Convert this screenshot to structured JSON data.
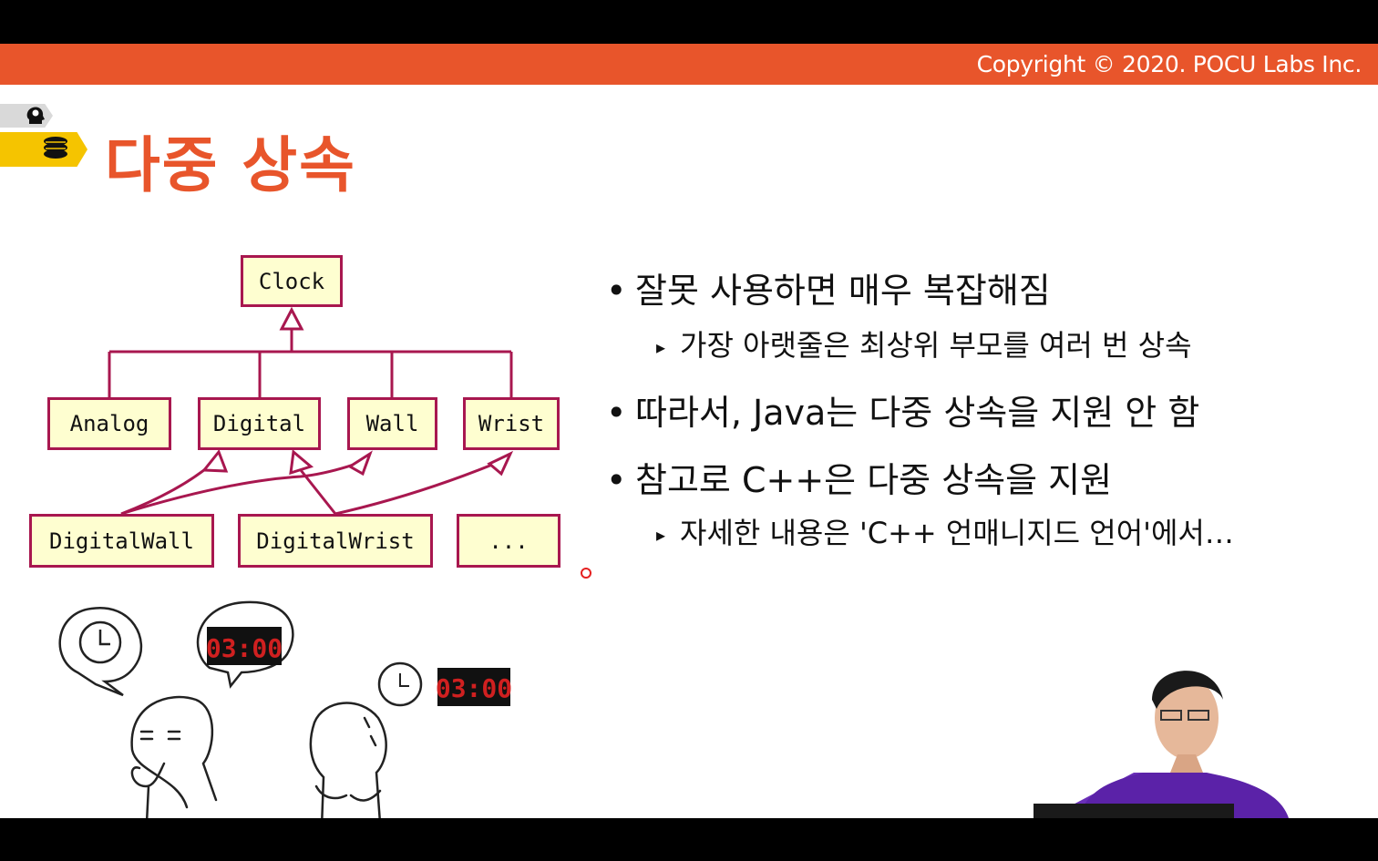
{
  "header": {
    "copyright": "Copyright © 2020. POCU Labs Inc."
  },
  "title": "다중 상속",
  "diagram": {
    "root": "Clock",
    "level2": [
      "Analog",
      "Digital",
      "Wall",
      "Wrist"
    ],
    "level3": [
      "DigitalWall",
      "DigitalWrist",
      "..."
    ]
  },
  "bullets": {
    "b1": "잘못 사용하면 매우 복잡해짐",
    "b1_sub": "가장 아랫줄은 최상위 부모를 여러 번 상속",
    "b2": "따라서, Java는 다중 상속을 지원 안 함",
    "b3": "참고로 C++은 다중 상속을 지원",
    "b3_sub": "자세한 내용은 'C++ 언매니지드 언어'에서…"
  },
  "illustration": {
    "clock_time": "03:00"
  },
  "colors": {
    "accent": "#e8552b",
    "box_border": "#a8174f",
    "box_fill": "#fefed0",
    "tag_yellow": "#f5c400"
  },
  "icons": [
    "brain-head-icon",
    "books-stack-icon",
    "analog-clock-icon",
    "digital-clock-icon"
  ]
}
